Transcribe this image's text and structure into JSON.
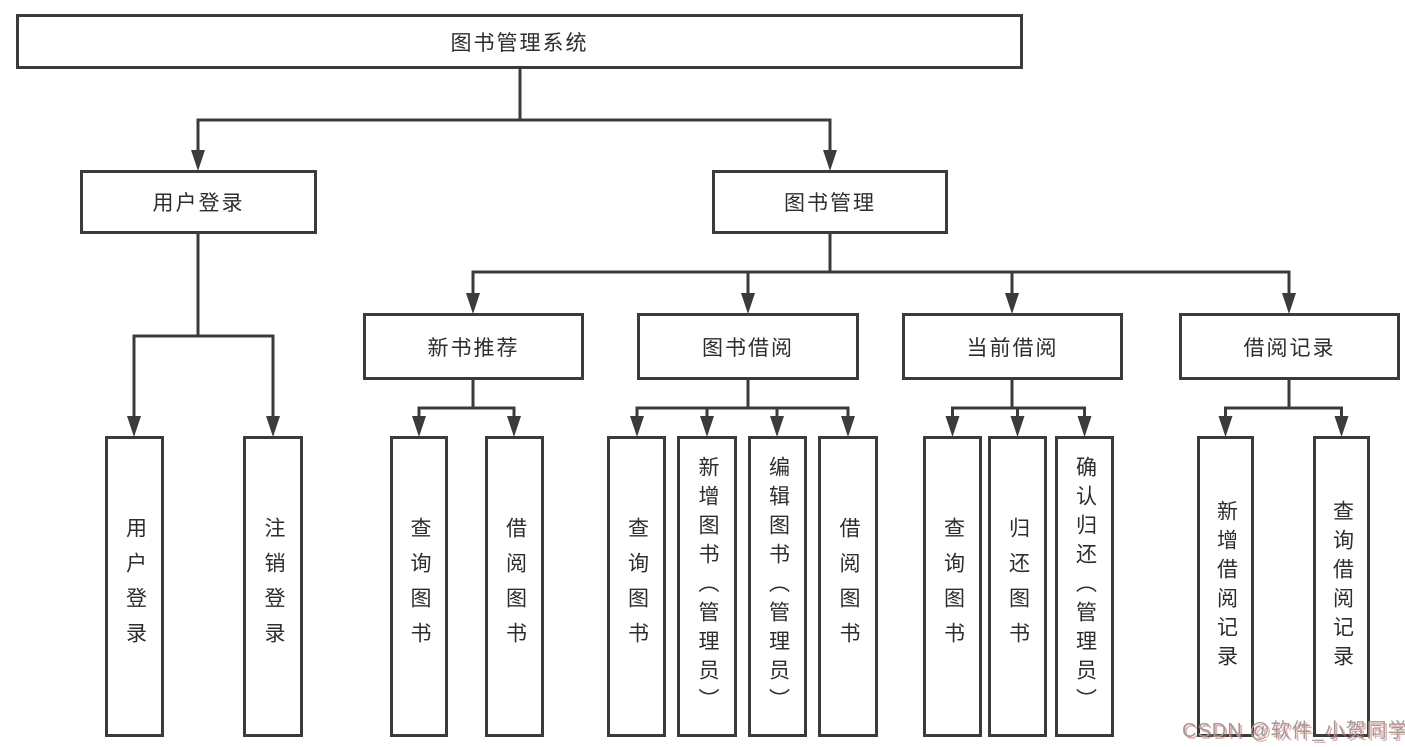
{
  "tree": {
    "label": "图书管理系统",
    "children": [
      {
        "label": "用户登录",
        "children": [
          {
            "label": "用户登录"
          },
          {
            "label": "注销登录"
          }
        ]
      },
      {
        "label": "图书管理",
        "children": [
          {
            "label": "新书推荐",
            "children": [
              {
                "label": "查询图书"
              },
              {
                "label": "借阅图书"
              }
            ]
          },
          {
            "label": "图书借阅",
            "children": [
              {
                "label": "查询图书"
              },
              {
                "label": "新增图书（管理员）"
              },
              {
                "label": "编辑图书（管理员）"
              },
              {
                "label": "借阅图书"
              }
            ]
          },
          {
            "label": "当前借阅",
            "children": [
              {
                "label": "查询图书"
              },
              {
                "label": "归还图书"
              },
              {
                "label": "确认归还（管理员）"
              }
            ]
          },
          {
            "label": "借阅记录",
            "children": [
              {
                "label": "新增借阅记录"
              },
              {
                "label": "查询借阅记录"
              }
            ]
          }
        ]
      }
    ]
  },
  "watermark": {
    "text": "CSDN @软件_小贺同学"
  },
  "colors": {
    "line": "#3b3b3b",
    "box_border": "#3b3b3b",
    "text": "#2d2d2d",
    "background": "#ffffff",
    "watermark_text": "#9c9c9c",
    "watermark_shadow": "#e06a5f"
  }
}
